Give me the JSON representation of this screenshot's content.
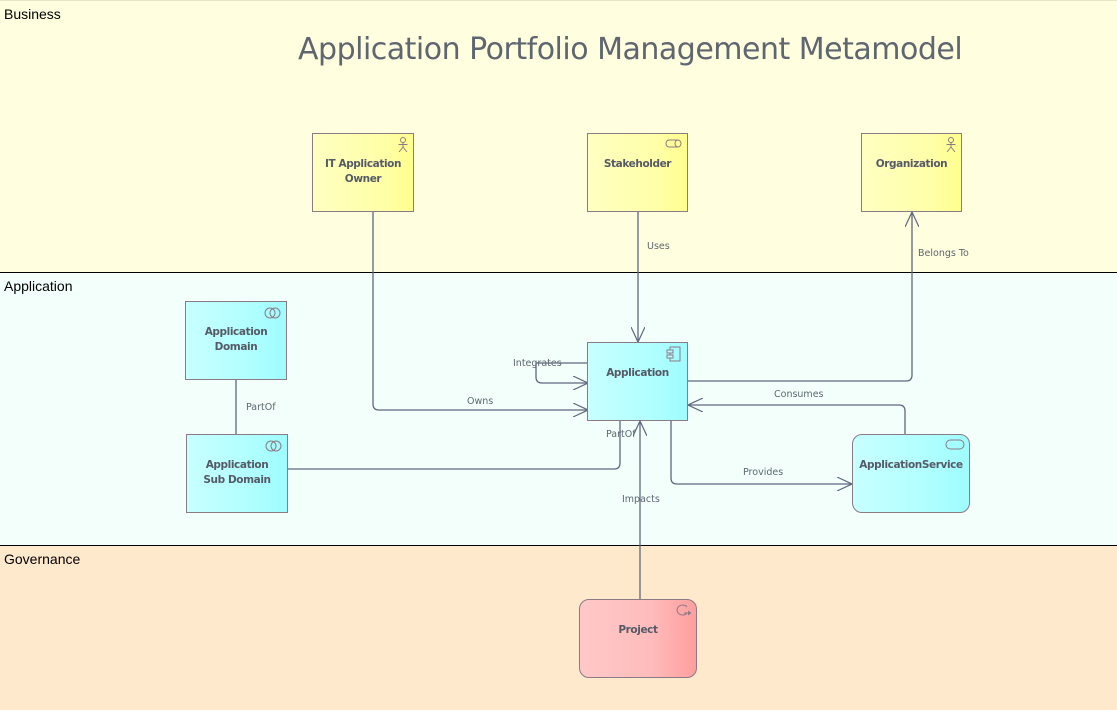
{
  "diagram": {
    "title": "Application Portfolio Management Metamodel",
    "lanes": [
      {
        "id": "business",
        "label": "Business",
        "color": "#fffedf"
      },
      {
        "id": "application",
        "label": "Application",
        "color": "#f2fffa"
      },
      {
        "id": "governance",
        "label": "Governance",
        "color": "#ffe9cd"
      }
    ],
    "elements": {
      "it_application_owner": {
        "label": "IT Application Owner",
        "type": "business-actor",
        "icon": "actor-icon"
      },
      "stakeholder": {
        "label": "Stakeholder",
        "type": "business-role",
        "icon": "role-icon"
      },
      "organization": {
        "label": "Organization",
        "type": "business-actor",
        "icon": "actor-icon"
      },
      "application_domain": {
        "label": "Application Domain",
        "type": "application-collaboration",
        "icon": "collaboration-icon"
      },
      "application_sub_domain": {
        "label": "Application Sub Domain",
        "type": "application-collaboration",
        "icon": "collaboration-icon"
      },
      "application": {
        "label": "Application",
        "type": "application-component",
        "icon": "component-icon"
      },
      "application_service": {
        "label": "ApplicationService",
        "type": "application-service",
        "icon": "service-icon"
      },
      "project": {
        "label": "Project",
        "type": "work-package",
        "icon": "work-package-icon"
      }
    },
    "connectors": {
      "uses": {
        "label": "Uses",
        "from": "Stakeholder",
        "to": "Application"
      },
      "belongs_to": {
        "label": "Belongs To",
        "from": "Application",
        "to": "Organization"
      },
      "integrates": {
        "label": "Integrates",
        "from": "Application",
        "to": "Application"
      },
      "owns": {
        "label": "Owns",
        "from": "IT Application Owner",
        "to": "Application"
      },
      "consumes": {
        "label": "Consumes",
        "from": "ApplicationService",
        "to": "Application"
      },
      "provides": {
        "label": "Provides",
        "from": "Application",
        "to": "ApplicationService"
      },
      "partof_domain": {
        "label": "PartOf",
        "from": "Application Sub Domain",
        "to": "Application Domain"
      },
      "partof_app": {
        "label": "PartOf",
        "from": "Application",
        "to": "Application Sub Domain"
      },
      "impacts": {
        "label": "Impacts",
        "from": "Project",
        "to": "Application"
      }
    }
  }
}
